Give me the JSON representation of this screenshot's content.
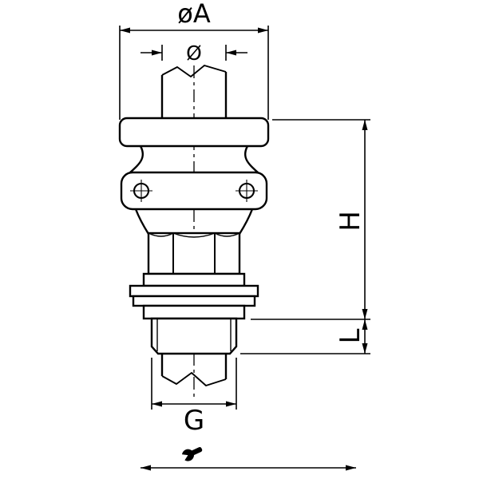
{
  "drawing": {
    "background_color": "#ffffff",
    "line_color": "#000000",
    "labels": {
      "outer_diameter": "øA",
      "cable_diameter": "Ø",
      "height": "H",
      "thread_length": "L",
      "thread_size": "G"
    },
    "icons": {
      "wrench": "wrench-icon"
    }
  }
}
